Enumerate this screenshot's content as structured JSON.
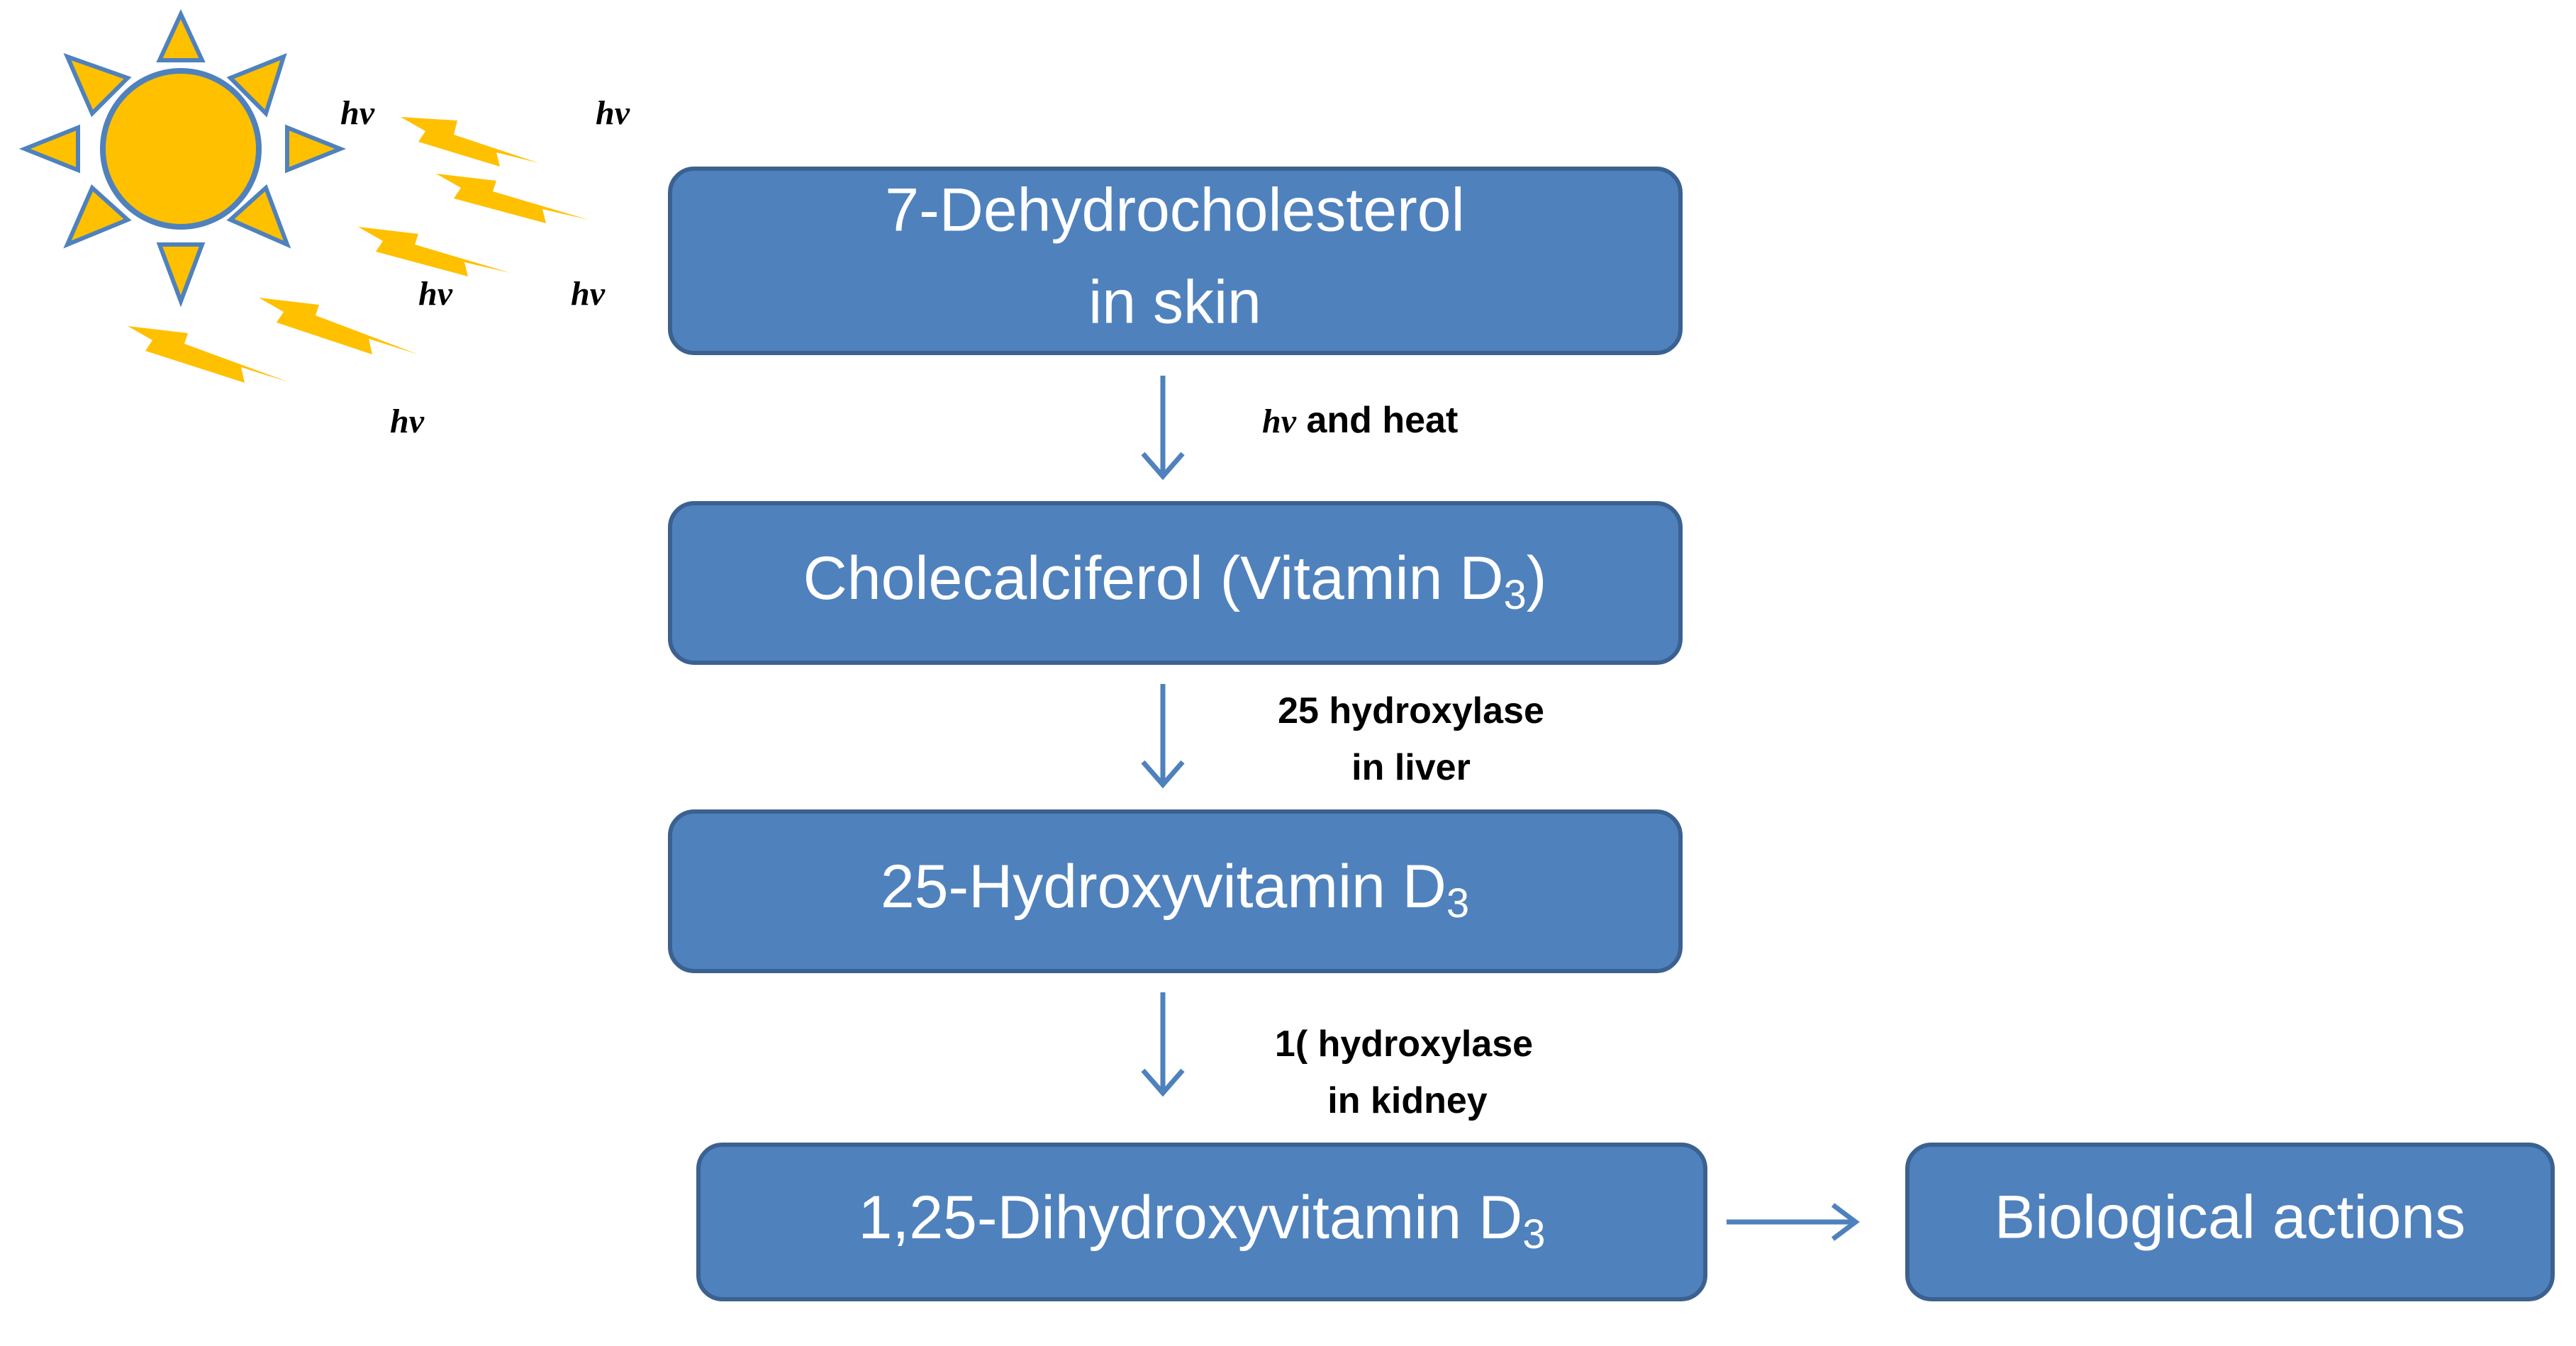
{
  "boxes": {
    "dehydrocholesterol": {
      "line1": "7-Dehydrocholesterol",
      "line2": "in skin"
    },
    "cholecalciferol": {
      "main": "Cholecalciferol (Vitamin D",
      "sub": "3",
      "tail": ")"
    },
    "hydroxyvitamin": {
      "main": "25-Hydroxyvitamin D",
      "sub": "3"
    },
    "dihydroxyvitamin": {
      "main": "1,25-Dihydroxyvitamin D",
      "sub": "3"
    },
    "biological": {
      "label": "Biological actions"
    }
  },
  "steps": {
    "step1": {
      "hv": "hv",
      "rest": " and heat"
    },
    "step2": {
      "line1": "25 hydroxylase",
      "line2": "in liver"
    },
    "step3": {
      "line1": "1( hydroxylase",
      "line2": "in kidney"
    }
  },
  "sun_labels": [
    "hv",
    "hv",
    "hv",
    "hv",
    "hv"
  ],
  "colors": {
    "box_fill": "#4f81bd",
    "box_border": "#3b6190",
    "arrow": "#4f81bd",
    "sun": "#ffc000",
    "sun_rays": "#ffc000",
    "sun_outline": "#4f81bd",
    "light_bolt": "#ffc000"
  },
  "icons": {
    "sun": "sun-icon",
    "light": "lightning-bolt-icon"
  }
}
